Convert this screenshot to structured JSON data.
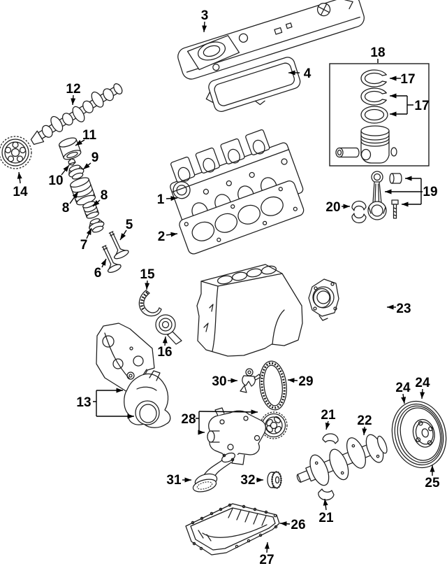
{
  "diagram": {
    "type": "exploded-parts-diagram",
    "subject": "engine-assembly",
    "colors": {
      "background": "#ffffff",
      "line": "#1c1c1c",
      "label": "#000000"
    },
    "callouts": {
      "n1": "1",
      "n2": "2",
      "n3": "3",
      "n4": "4",
      "n5": "5",
      "n6": "6",
      "n7": "7",
      "n8a": "8",
      "n8b": "8",
      "n9": "9",
      "n10": "10",
      "n11": "11",
      "n12": "12",
      "n13": "13",
      "n14": "14",
      "n15": "15",
      "n16": "16",
      "n17a": "17",
      "n17b": "17",
      "n18": "18",
      "n19": "19",
      "n20": "20",
      "n21a": "21",
      "n21b": "21",
      "n22": "22",
      "n23": "23",
      "n24a": "24",
      "n24b": "24",
      "n25": "25",
      "n26": "26",
      "n27": "27",
      "n28": "28",
      "n29": "29",
      "n30": "30",
      "n31": "31",
      "n32": "32"
    }
  }
}
